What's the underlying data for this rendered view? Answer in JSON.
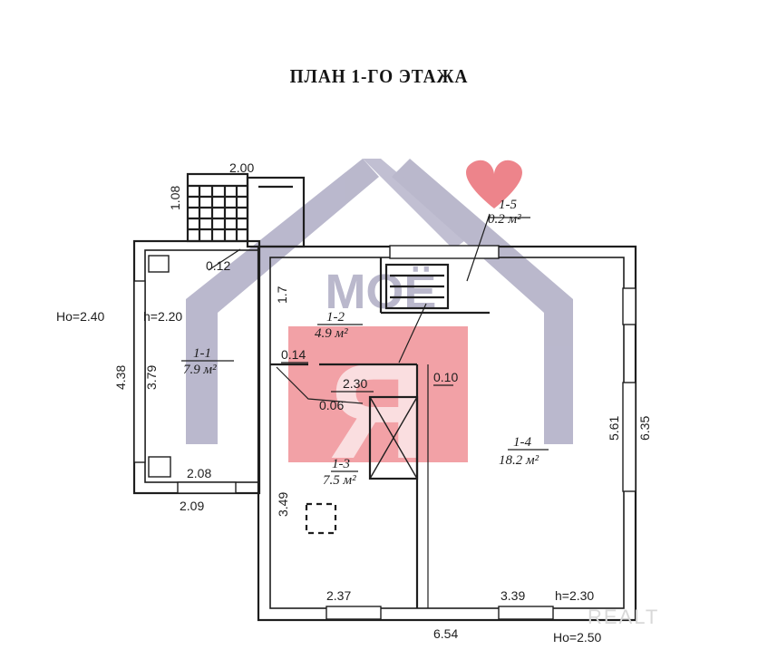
{
  "title": "ПЛАН 1-ГО ЭТАЖА",
  "watermark": {
    "brand_text": "МОЁ",
    "letter": "Я",
    "corner_text": "REALT"
  },
  "colors": {
    "wall": "#1e1e1e",
    "brand_house": "#aeacc4",
    "brand_accent": "#e8545c",
    "brand_heart": "#ea6e77"
  },
  "rooms": [
    {
      "id": "1-1",
      "area": "7.9 м²"
    },
    {
      "id": "1-2",
      "area": "4.9 м²"
    },
    {
      "id": "1-3",
      "area": "7.5 м²"
    },
    {
      "id": "1-4",
      "area": "18.2 м²"
    },
    {
      "id": "1-5",
      "area": "0.2 м²"
    }
  ],
  "heights": {
    "ho_left": "Ho=2.40",
    "h_left": "h=2.20",
    "h_right": "h=2.30",
    "ho_bottom": "Ho=2.50"
  },
  "dimensions": {
    "d_2_00": "2.00",
    "d_1_08": "1.08",
    "d_0_12": "0.12",
    "d_4_38": "4.38",
    "d_3_79": "3.79",
    "d_2_08": "2.08",
    "d_2_09": "2.09",
    "d_3_49": "3.49",
    "d_0_14": "0.14",
    "d_2_30": "2.30",
    "d_0_06": "0.06",
    "d_0_10": "0.10",
    "d_1_7": "1.7",
    "d_5_61": "5.61",
    "d_6_35": "6.35",
    "d_2_37": "2.37",
    "d_3_39": "3.39",
    "d_6_54": "6.54"
  }
}
